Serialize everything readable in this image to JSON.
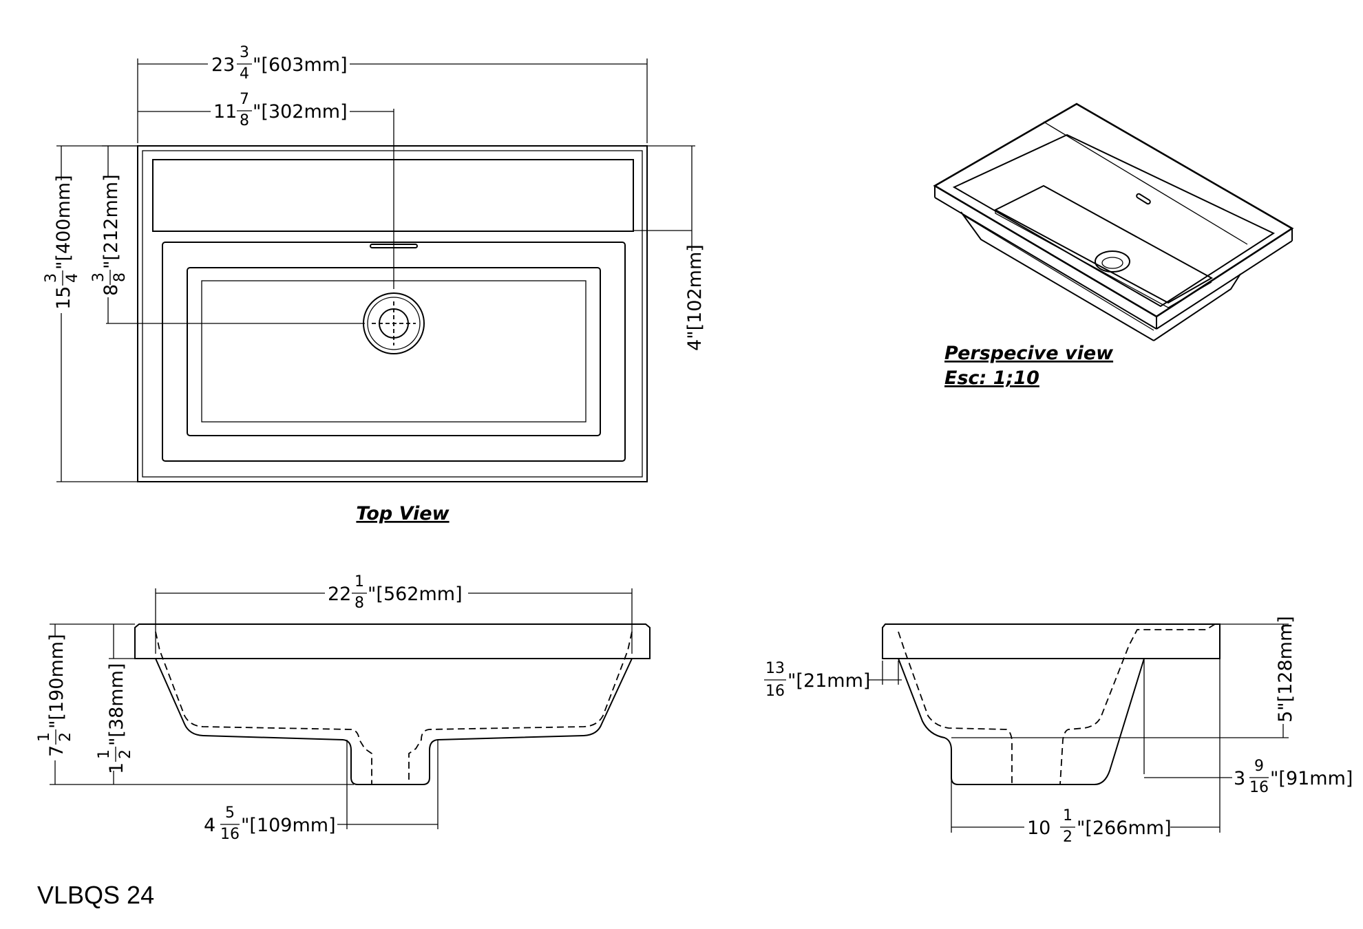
{
  "model": "VLBQS 24",
  "views": {
    "top": "Top View",
    "perspective": "Perspecive view",
    "scale": "Esc: 1;10"
  },
  "dims": {
    "overall_width": {
      "whole": "23",
      "num": "3",
      "den": "4",
      "metric": "\"[603mm]"
    },
    "drain_offset": {
      "whole": "11",
      "num": "7",
      "den": "8",
      "metric": "\"[302mm]"
    },
    "overall_depth": {
      "whole": "15",
      "num": "3",
      "den": "4",
      "metric": "\"[400mm]"
    },
    "drain_depth": {
      "whole": "8",
      "num": "3",
      "den": "8",
      "metric": "\"[212mm]"
    },
    "deck_depth": {
      "text": "4\"[102mm]"
    },
    "inner_width": {
      "whole": "22",
      "num": "1",
      "den": "8",
      "metric": "\"[562mm]"
    },
    "total_height": {
      "whole": "7",
      "num": "1",
      "den": "2",
      "metric": "\"[190mm]"
    },
    "rim_height": {
      "whole": "1",
      "num": "1",
      "den": "2",
      "metric": "\"[38mm]"
    },
    "drain_width": {
      "whole": "4",
      "num": "5",
      "den": "16",
      "metric": "\"[109mm]"
    },
    "rim_thickness": {
      "num": "13",
      "den": "16",
      "metric": "\"[21mm]"
    },
    "side_height": {
      "text": "5\"[128mm]"
    },
    "side_offset": {
      "whole": "3",
      "num": "9",
      "den": "16",
      "metric": "\"[91mm]"
    },
    "side_width": {
      "whole": "10",
      "num": "1",
      "den": "2",
      "metric": "\"[266mm]"
    }
  }
}
